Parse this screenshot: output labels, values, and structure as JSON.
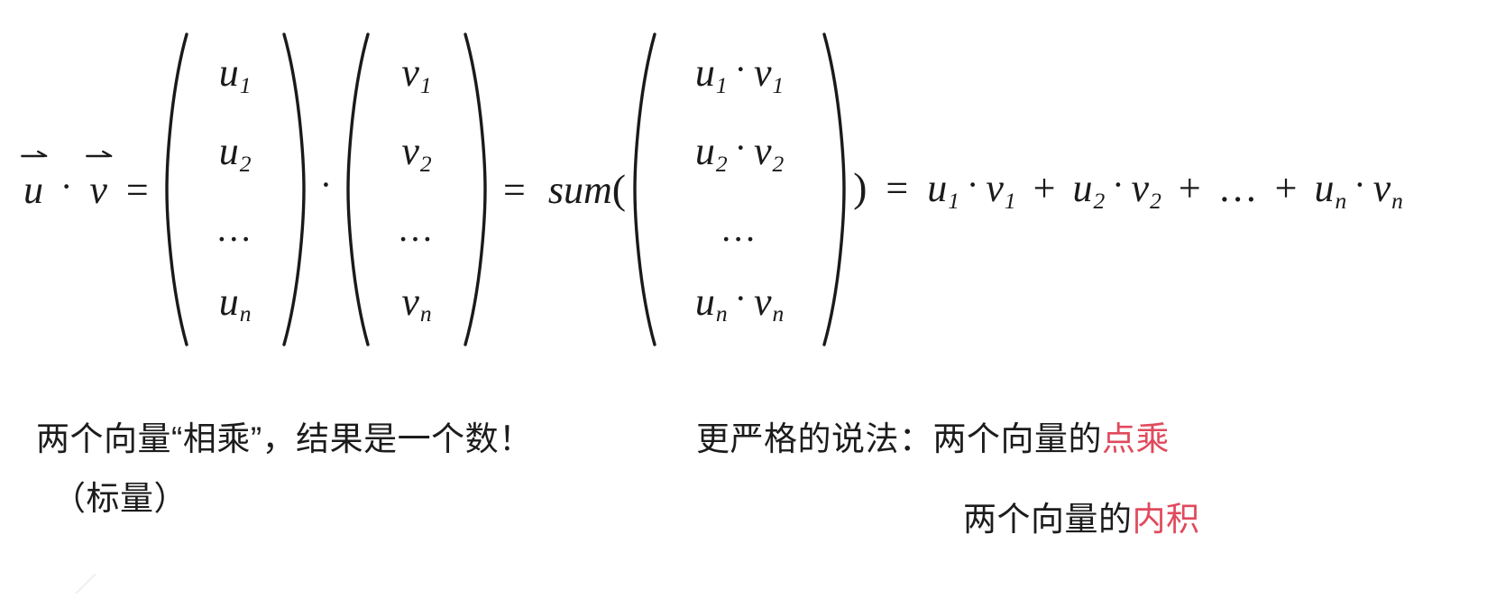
{
  "equation": {
    "lhs": {
      "u": "u",
      "v": "v",
      "dot": "·",
      "equals": "="
    },
    "matrix_u": {
      "cells": [
        "u",
        "u",
        "…",
        "u"
      ],
      "subs": [
        "1",
        "2",
        "",
        "n"
      ]
    },
    "between_matrices_op": "·",
    "matrix_v": {
      "cells": [
        "v",
        "v",
        "…",
        "v"
      ],
      "subs": [
        "1",
        "2",
        "",
        "n"
      ]
    },
    "equals_2": "=",
    "sum_label": "sum",
    "open_paren": "(",
    "matrix_product": {
      "rows": [
        {
          "a": "u",
          "asub": "1",
          "op": "·",
          "b": "v",
          "bsub": "1"
        },
        {
          "a": "u",
          "asub": "2",
          "op": "·",
          "b": "v",
          "bsub": "2"
        },
        {
          "a": "…",
          "asub": "",
          "op": "",
          "b": "",
          "bsub": ""
        },
        {
          "a": "u",
          "asub": "n",
          "op": "·",
          "b": "v",
          "bsub": "n"
        }
      ]
    },
    "close_paren": ")",
    "equals_3": "=",
    "expansion": [
      {
        "a": "u",
        "asub": "1",
        "dot": "·",
        "b": "v",
        "bsub": "1"
      },
      {
        "plus": "+"
      },
      {
        "a": "u",
        "asub": "2",
        "dot": "·",
        "b": "v",
        "bsub": "2"
      },
      {
        "plus": "+"
      },
      {
        "ellipsis": "…"
      },
      {
        "plus": "+"
      },
      {
        "a": "u",
        "asub": "n",
        "dot": "·",
        "b": "v",
        "bsub": "n"
      }
    ]
  },
  "captions": {
    "left_line1": "两个向量“相乘”，结果是一个数！",
    "left_line2": "（标量）",
    "right_line1_prefix": "更严格的说法：两个向量的",
    "right_line1_highlight": "点乘",
    "right_line2_prefix": "两个向量的",
    "right_line2_highlight": "内积"
  },
  "colors": {
    "background": "#ffffff",
    "text": "#1c1c1c",
    "highlight": "#e04a5c"
  }
}
